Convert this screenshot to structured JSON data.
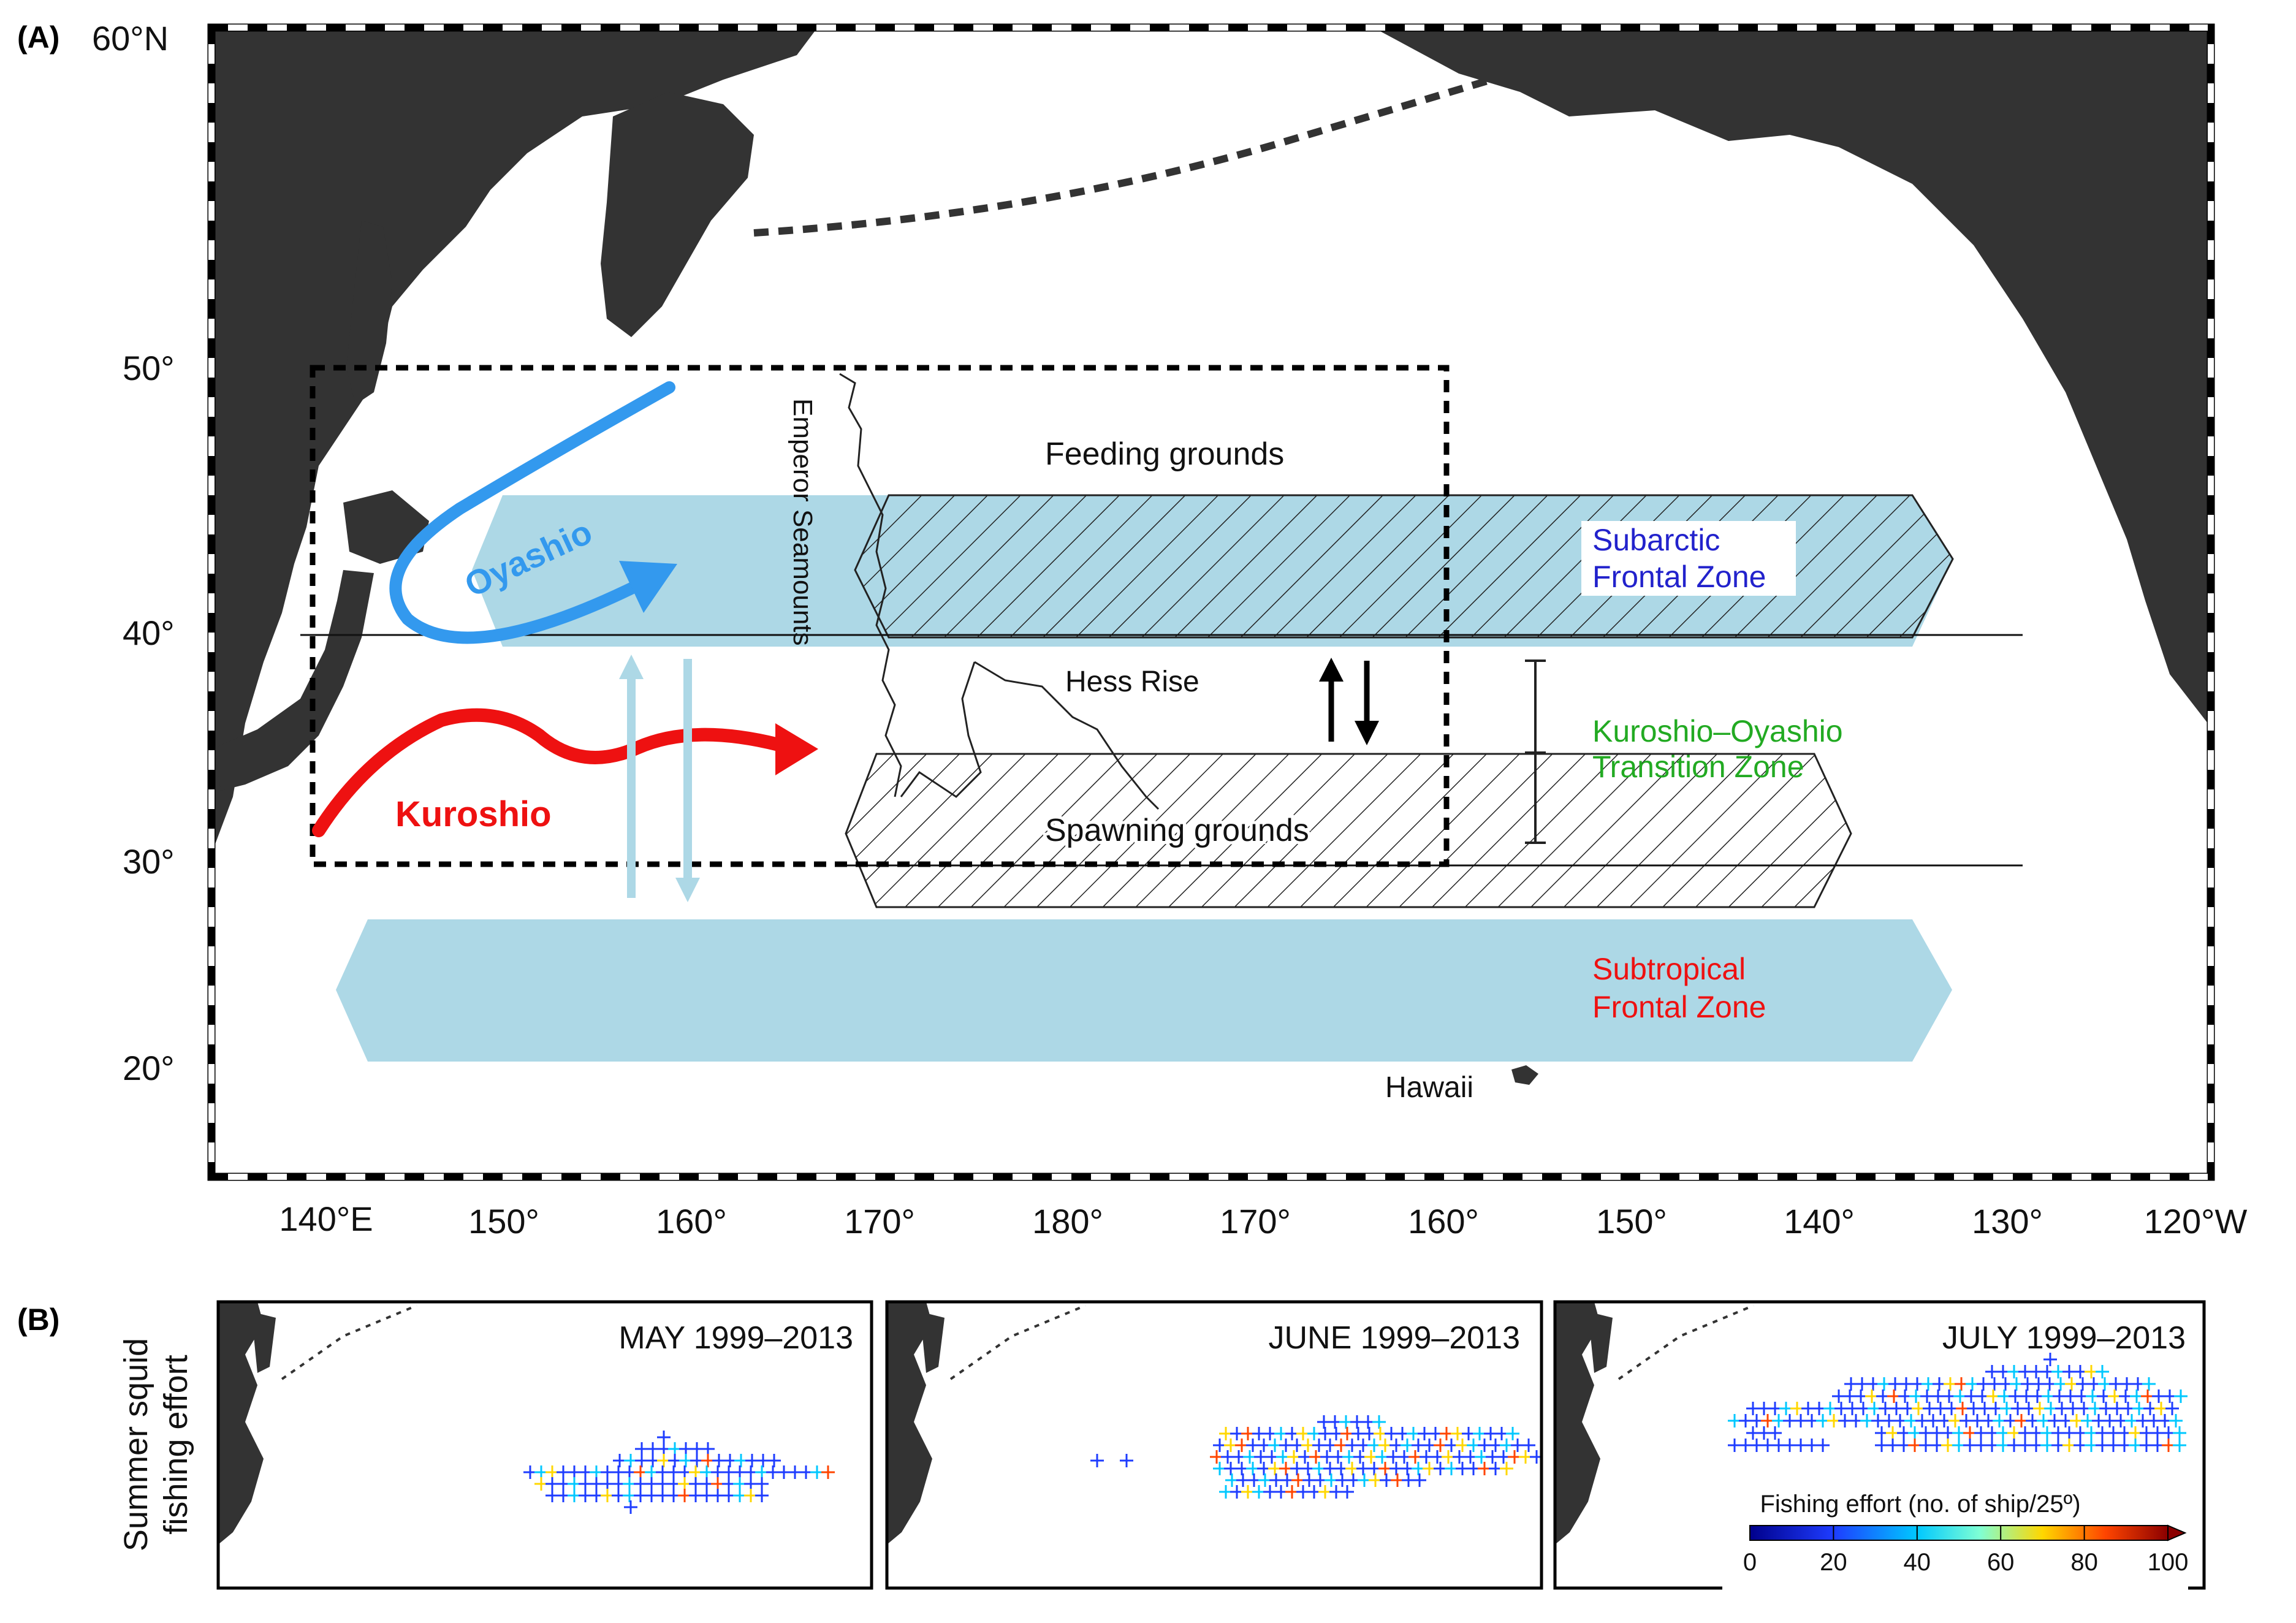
{
  "panel_a": {
    "label": "(A)",
    "lat_labels": [
      "60°N",
      "50°",
      "40°",
      "30°",
      "20°"
    ],
    "lon_labels": [
      "140°E",
      "150°",
      "160°",
      "170°",
      "180°",
      "170°",
      "160°",
      "150°",
      "140°",
      "130°",
      "120°W"
    ],
    "currents": {
      "oyashio": "Oyashio",
      "kuroshio": "Kuroshio"
    },
    "feature_labels": {
      "emperor": "Emperor Seamounts",
      "feeding": "Feeding grounds",
      "hess": "Hess Rise",
      "spawning": "Spawning grounds",
      "hawaii": "Hawaii"
    },
    "zones": {
      "subarctic_1": "Subarctic",
      "subarctic_2": "Frontal Zone",
      "ko_1": "Kuroshio–Oyashio",
      "ko_2": "Transition Zone",
      "subtropical_1": "Subtropical",
      "subtropical_2": "Frontal Zone"
    },
    "colors": {
      "frontal_zone": "#add8e6",
      "oyashio": "#3399ee",
      "kuroshio": "#ee1111",
      "subarctic_text": "#2222cc",
      "ko_text": "#22aa22",
      "subtropical_text": "#ee1111",
      "land": "#333333"
    }
  },
  "panel_b": {
    "label": "(B)",
    "ylabel_1": "Summer squid",
    "ylabel_2": "fishing effort",
    "panels": [
      {
        "title": "MAY 1999–2013"
      },
      {
        "title": "JUNE 1999–2013"
      },
      {
        "title": "JULY 1999–2013"
      }
    ],
    "legend": {
      "title": "Fishing effort (no. of ship/25º)",
      "ticks": [
        "0",
        "20",
        "40",
        "60",
        "80",
        "100"
      ],
      "colors": [
        "#00008b",
        "#1e3cff",
        "#00c8ff",
        "#7fffd4",
        "#ffd700",
        "#ff4500",
        "#8b0000"
      ]
    }
  }
}
